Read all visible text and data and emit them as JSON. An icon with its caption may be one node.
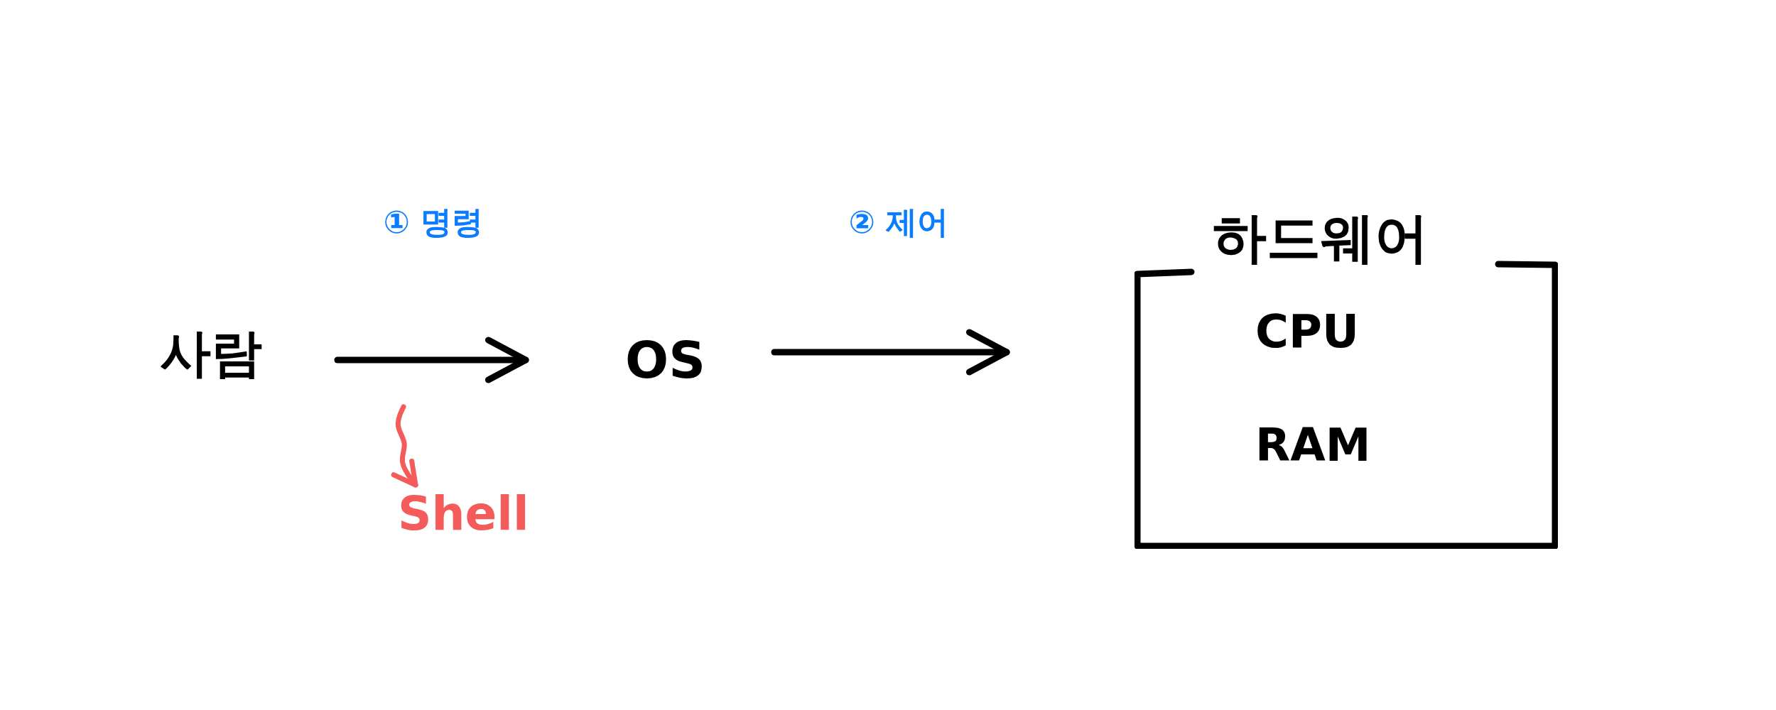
{
  "diagram": {
    "nodes": [
      {
        "text": [
          "사람"
        ]
      },
      {
        "text": [
          "OS"
        ]
      },
      {
        "text": [
          "하드웨어",
          "CPU",
          "RAM"
        ]
      },
      {
        "text": [
          "Shell"
        ]
      }
    ],
    "edges": [
      {
        "from": 0,
        "to": 1,
        "arrow": "to",
        "label": "① 명령"
      },
      {
        "from": 1,
        "to": 2,
        "arrow": "to",
        "label": "② 제어"
      },
      {
        "from": null,
        "to": 3,
        "arrow": "to",
        "color": "#f45b5b"
      }
    ]
  }
}
